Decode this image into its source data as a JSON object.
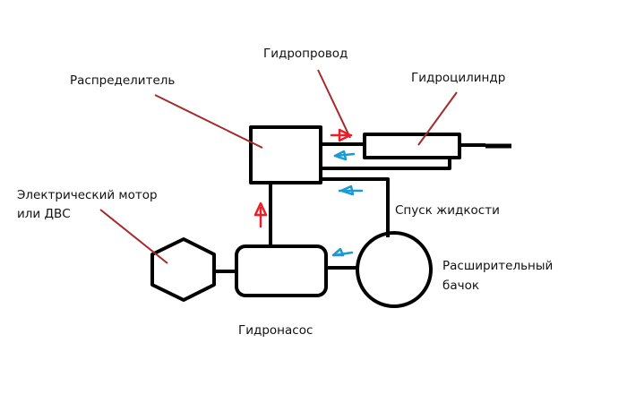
{
  "labels": {
    "distributor": "Распределитель",
    "hydro_line": "Гидропровод",
    "hydro_cylinder": "Гидроцилиндр",
    "motor_line1": "Электрический мотор",
    "motor_line2": "или ДВС",
    "fluid_drain": "Спуск жидкости",
    "tank_line1": "Расширительный",
    "tank_line2": "бачок",
    "pump": "Гидронасос"
  },
  "colors": {
    "pressure_arrow": "#e8202a",
    "return_arrow": "#1a9ad6",
    "leader_line": "#a52a2a",
    "outline": "#000000"
  },
  "flow_arrows": [
    {
      "id": "pump-to-distributor",
      "kind": "pressure"
    },
    {
      "id": "distributor-to-cylinder",
      "kind": "pressure"
    },
    {
      "id": "cylinder-return",
      "kind": "return"
    },
    {
      "id": "drain-return",
      "kind": "return"
    },
    {
      "id": "tank-to-pump",
      "kind": "return"
    }
  ]
}
